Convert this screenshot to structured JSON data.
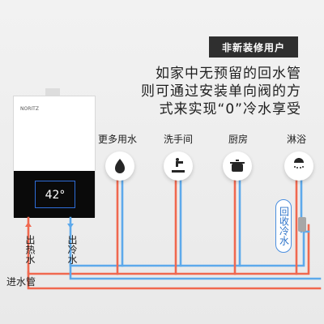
{
  "badge": {
    "text": "非新装修用户"
  },
  "headline": {
    "line1": "如家中无预留的回水管",
    "line2": "则可通过安装单向阀的方",
    "line3": "式来实现“0”冷水享受"
  },
  "heater": {
    "brand": "NORITZ",
    "display": "42°"
  },
  "outlets": [
    {
      "label": "更多用水",
      "icon": "droplet-icon"
    },
    {
      "label": "洗手间",
      "icon": "faucet-icon"
    },
    {
      "label": "厨房",
      "icon": "pot-icon"
    },
    {
      "label": "淋浴",
      "icon": "shower-icon"
    }
  ],
  "labels": {
    "hot_out": "出热水",
    "cold_out": "出冷水",
    "water_in": "进水管",
    "return_cold": "回收冷水"
  },
  "colors": {
    "hot_pipe": "#f0684f",
    "cold_pipe": "#5da9eb",
    "panel": "#0a0a0a"
  }
}
